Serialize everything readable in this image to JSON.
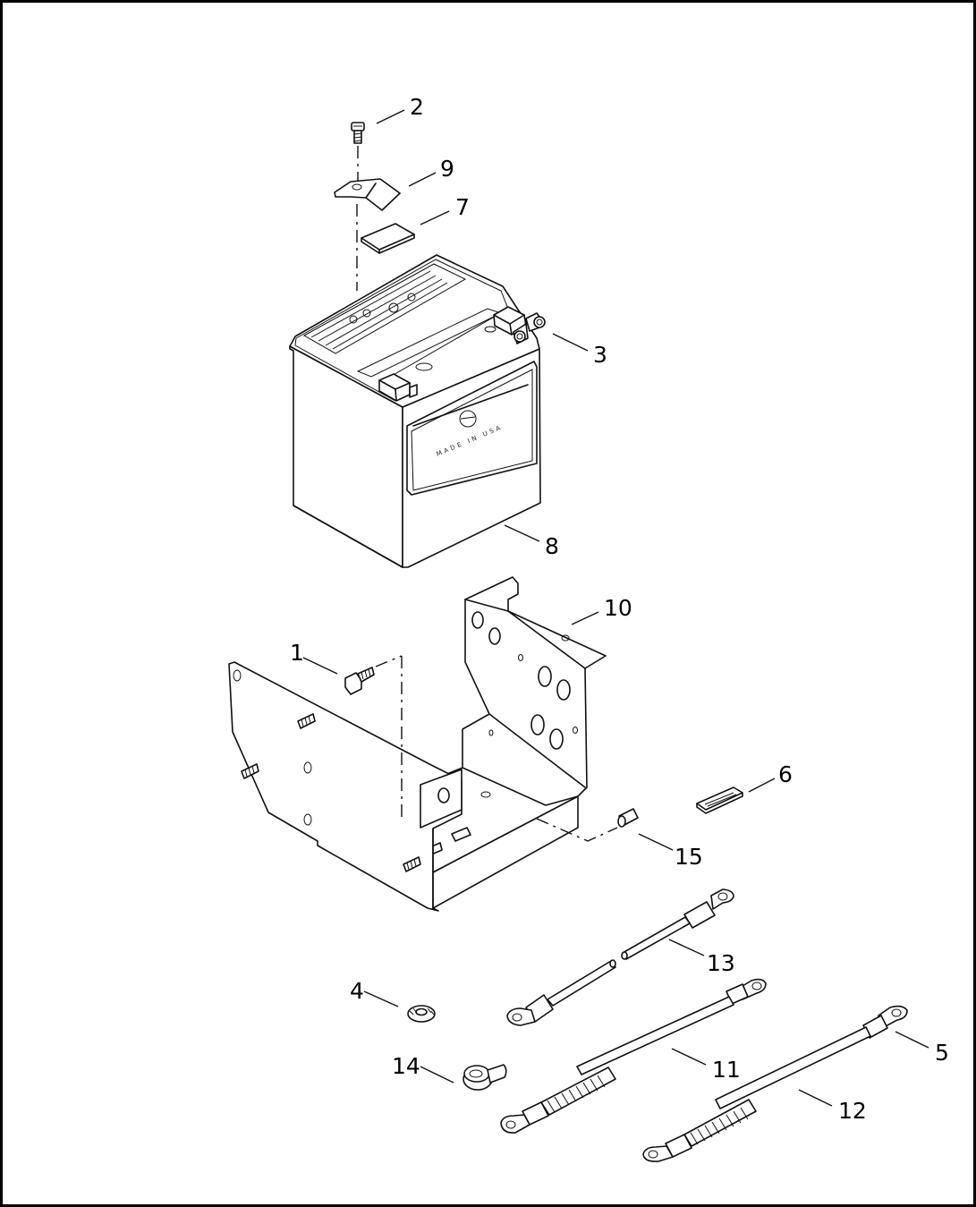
{
  "diagram": {
    "callouts": [
      {
        "id": "c1",
        "label": "1"
      },
      {
        "id": "c2",
        "label": "2"
      },
      {
        "id": "c3",
        "label": "3"
      },
      {
        "id": "c4",
        "label": "4"
      },
      {
        "id": "c5",
        "label": "5"
      },
      {
        "id": "c6",
        "label": "6"
      },
      {
        "id": "c7",
        "label": "7"
      },
      {
        "id": "c8",
        "label": "8"
      },
      {
        "id": "c9",
        "label": "9"
      },
      {
        "id": "c10",
        "label": "10"
      },
      {
        "id": "c11",
        "label": "11"
      },
      {
        "id": "c12",
        "label": "12"
      },
      {
        "id": "c13",
        "label": "13"
      },
      {
        "id": "c14",
        "label": "14"
      },
      {
        "id": "c15",
        "label": "15"
      }
    ],
    "battery_emboss": "MADE IN USA",
    "colors": {
      "line": "#111111",
      "background": "#ffffff",
      "frame": "#000000"
    }
  }
}
